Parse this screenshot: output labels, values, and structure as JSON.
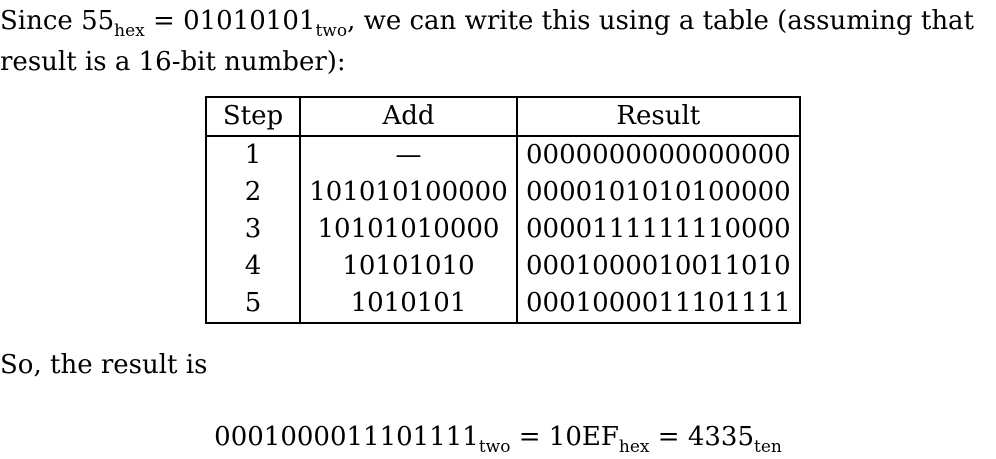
{
  "intro": {
    "line1_start": "Since 55",
    "hex_sub": "hex",
    "eq": " = 01010101",
    "two_sub": "two",
    "line1_end": ", we can write this using a table (assuming that",
    "line2": "result is a 16-bit number):"
  },
  "table": {
    "headers": [
      "Step",
      "Add",
      "Result"
    ],
    "rows": [
      {
        "step": "1",
        "add": "—",
        "result": "0000000000000000"
      },
      {
        "step": "2",
        "add": "101010100000",
        "result": "0000101010100000"
      },
      {
        "step": "3",
        "add": "10101010000",
        "result": "0000111111110000"
      },
      {
        "step": "4",
        "add": "10101010",
        "result": "0001000010011010"
      },
      {
        "step": "5",
        "add": "1010101",
        "result": "0001000011101111"
      }
    ]
  },
  "conclusion": {
    "text": "So, the result is"
  },
  "equation": {
    "binary": "0001000011101111",
    "binary_sub": "two",
    "eq1": " = 10EF",
    "hex_sub": "hex",
    "eq2": " = 4335",
    "ten_sub": "ten"
  }
}
